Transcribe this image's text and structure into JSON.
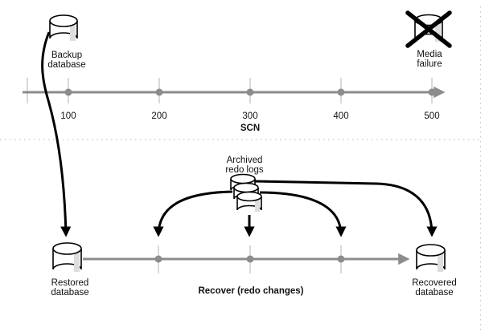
{
  "nodes": {
    "backup_db": {
      "label_line1": "Backup",
      "label_line2": "database"
    },
    "media_failure": {
      "label_line1": "Media",
      "label_line2": "failure"
    },
    "archived_redo_logs": {
      "label_line1": "Archived",
      "label_line2": "redo logs"
    },
    "restored_db": {
      "label_line1": "Restored",
      "label_line2": "database"
    },
    "recovered_db": {
      "label_line1": "Recovered",
      "label_line2": "database"
    }
  },
  "scn_timeline": {
    "axis_label": "SCN",
    "ticks": [
      "100",
      "200",
      "300",
      "400",
      "500"
    ]
  },
  "recover_timeline": {
    "label": "Recover (redo changes)"
  },
  "colors": {
    "timeline_gray": "#8c8c8c",
    "tick_light_gray": "#d9d9d9",
    "arrow_black": "#000000",
    "dashed_gray": "#c4c4c4",
    "cylinder_shade": "#dddddd"
  }
}
